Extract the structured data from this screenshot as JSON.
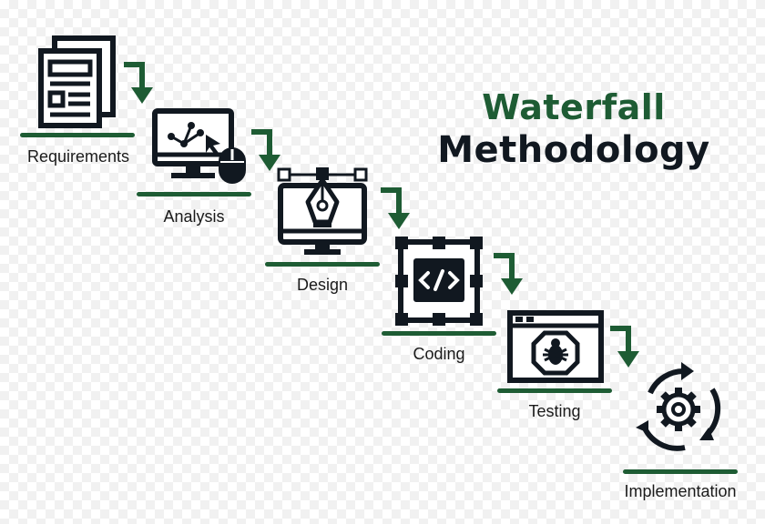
{
  "title": {
    "line1": "Waterfall",
    "line2": "Methodology"
  },
  "colors": {
    "accent": "#1e5c34",
    "ink": "#111820",
    "label": "#1a1a1a"
  },
  "steps": [
    {
      "label": "Requirements",
      "icon": "document-stack-icon"
    },
    {
      "label": "Analysis",
      "icon": "monitor-analytics-icon"
    },
    {
      "label": "Design",
      "icon": "pen-tool-monitor-icon"
    },
    {
      "label": "Coding",
      "icon": "code-frame-icon"
    },
    {
      "label": "Testing",
      "icon": "bug-window-icon"
    },
    {
      "label": "Implementation",
      "icon": "gear-cycle-icon"
    }
  ]
}
